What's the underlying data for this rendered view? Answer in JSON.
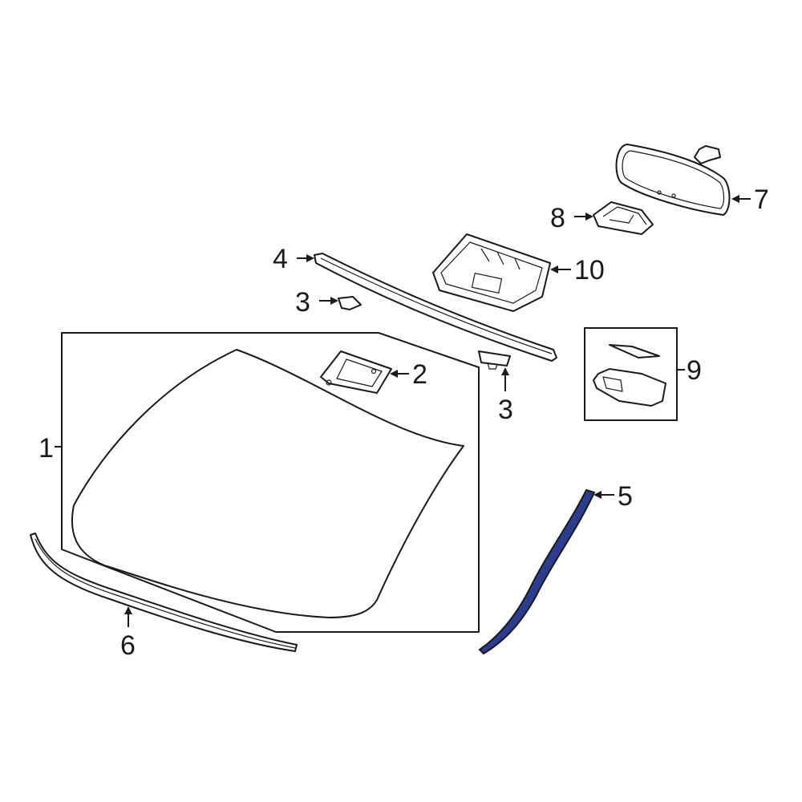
{
  "callouts": {
    "c1": "1",
    "c2": "2",
    "c3a": "3",
    "c3b": "3",
    "c4": "4",
    "c5": "5",
    "c6": "6",
    "c7": "7",
    "c8": "8",
    "c9": "9",
    "c10": "10"
  },
  "colors": {
    "line": "#1a1a1a",
    "highlight": "#2b3d8f",
    "background": "#ffffff"
  }
}
